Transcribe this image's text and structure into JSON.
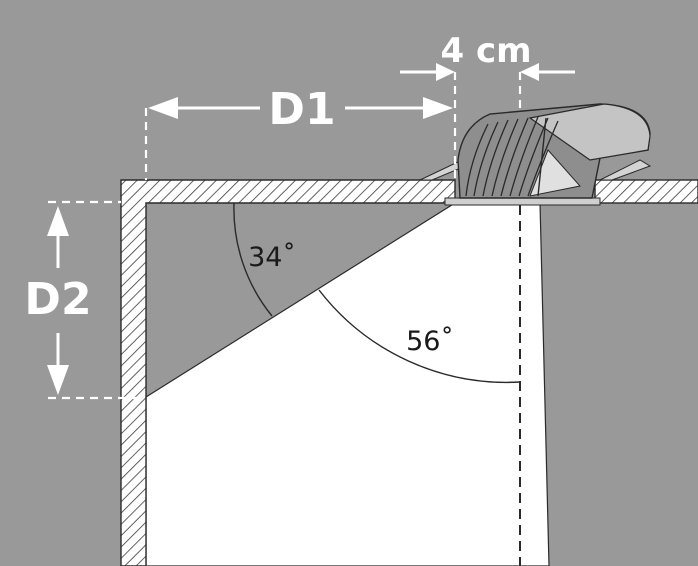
{
  "labels": {
    "width": "4 cm",
    "d1": "D1",
    "d2": "D2",
    "angle_wall": "34˚",
    "angle_beam": "56˚"
  },
  "colors": {
    "background": "#999999",
    "beam": "#ffffff",
    "wall": "#ffffff",
    "hatch": "#3a3a3a",
    "arrow": "#ffffff",
    "line": "#2a2a2a"
  },
  "icons": {
    "fixture": "recessed-wall-washer-icon"
  }
}
